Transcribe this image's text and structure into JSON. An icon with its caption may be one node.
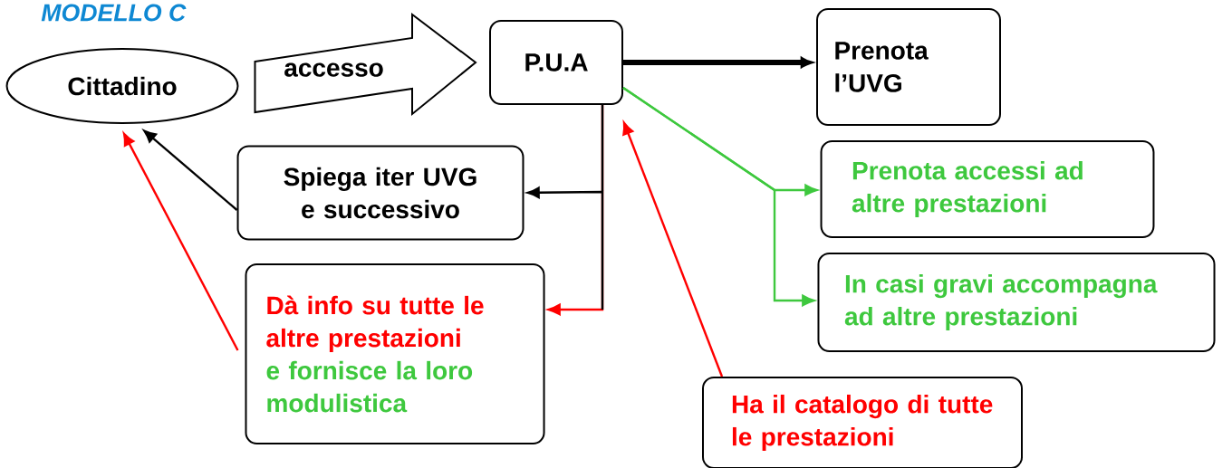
{
  "diagram": {
    "title": "MODELLO C",
    "nodes": [
      {
        "text": [
          "Cittadino"
        ]
      },
      {
        "text": [
          "P.U.A"
        ]
      },
      {
        "text": [
          "Prenota l’UVG"
        ]
      },
      {
        "text": [
          "Spiega iter UVG e successivo"
        ]
      },
      {
        "text": [
          "Dà info su tutte le altre prestazioni",
          "e fornisce la loro modulistica"
        ]
      },
      {
        "text": [
          "Prenota accessi ad altre prestazioni"
        ]
      },
      {
        "text": [
          "In casi gravi accompagna ad altre prestazioni"
        ]
      },
      {
        "text": [
          "Ha il catalogo di tutte le prestazioni"
        ]
      }
    ],
    "edges": [
      {
        "from": 0,
        "to": 1,
        "arrow": "to",
        "label": "accesso"
      },
      {
        "from": 1,
        "to": 2,
        "arrow": "to",
        "style": "thick"
      },
      {
        "from": 1,
        "to": 4,
        "arrow": "to",
        "color": "#ff0000"
      },
      {
        "from": 1,
        "to": 3,
        "arrow": "to"
      },
      {
        "from": 3,
        "to": 0,
        "arrow": "to"
      },
      {
        "from": 4,
        "to": 0,
        "arrow": "to",
        "color": "#ff0000"
      },
      {
        "from": 7,
        "to": 1,
        "arrow": "to",
        "color": "#ff0000"
      },
      {
        "from": 1,
        "to": 5,
        "arrow": "to",
        "color": "#3ec83e"
      },
      {
        "from": 1,
        "to": 6,
        "arrow": "to",
        "color": "#3ec83e"
      }
    ]
  }
}
